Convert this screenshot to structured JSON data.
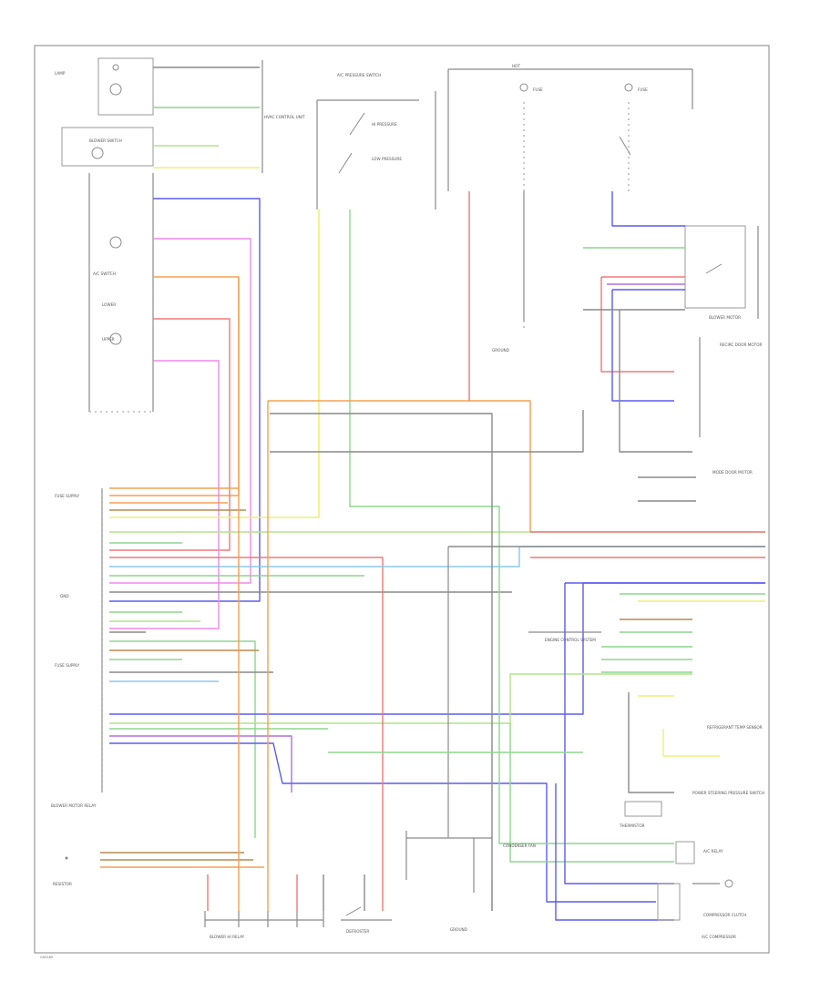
{
  "labels": {
    "blower_motor_relay": "BLOWER MOTOR RELAY",
    "hvac_control": "HVAC CONTROL UNIT",
    "blower_switch": "BLOWER SWITCH",
    "lamp": "LAMP",
    "ac_switch": "A/C SWITCH",
    "lower": "LOWER",
    "upper": "UPPER",
    "fuse_supply_1": "FUSE SUPPLY",
    "fuse_supply_2": "FUSE SUPPLY",
    "gnd": "GND",
    "ac_pressure_switch": "A/C PRESSURE SWITCH",
    "high_pressure": "HI PRESSURE",
    "low_pressure": "LOW PRESSURE",
    "hot": "HOT",
    "fuse_a": "FUSE",
    "fuse_b": "FUSE",
    "blower_motor": "BLOWER MOTOR",
    "engine_control": "ENGINE CONTROL SYSTEM",
    "ac_compressor": "A/C COMPRESSOR",
    "compressor_clutch": "COMPRESSOR CLUTCH",
    "thermistor": "THERMISTOR",
    "defroster": "DEFROSTER",
    "refrig_temp": "REFRIGERANT TEMP SENSOR",
    "power_steering": "POWER STEERING PRESSURE SWITCH",
    "ground_a": "GROUND",
    "ground_b": "GROUND",
    "resistor": "RESISTOR",
    "blower_hi_relay": "BLOWER HI RELAY",
    "recirc_door": "RECIRC DOOR MOTOR",
    "mode_door": "MODE DOOR MOTOR",
    "ac_relay": "A/C RELAY",
    "condenser_fan": "CONDENSER FAN",
    "figure_id": "G00185"
  },
  "wire_colors": {
    "yellow": "#eef07a",
    "green": "#8ed68e",
    "light_green": "#b2e48c",
    "blue": "#5c5cf0",
    "light_blue": "#8cc8ee",
    "pink": "#f088e8",
    "orange": "#f5a050",
    "red": "#f07878",
    "brown": "#b88a50",
    "purple": "#b070e0",
    "black": "#8a8a8a"
  }
}
